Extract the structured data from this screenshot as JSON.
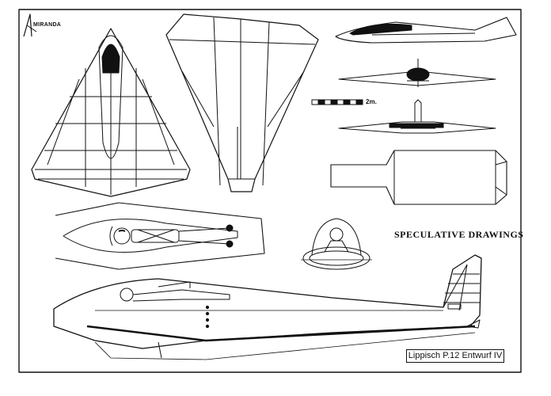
{
  "sheet": {
    "logo": "MIRANDA",
    "scale_label": "2m.",
    "caption": "SPECULATIVE DRAWINGS",
    "title": "Lippisch P.12 Entwurf IV"
  }
}
